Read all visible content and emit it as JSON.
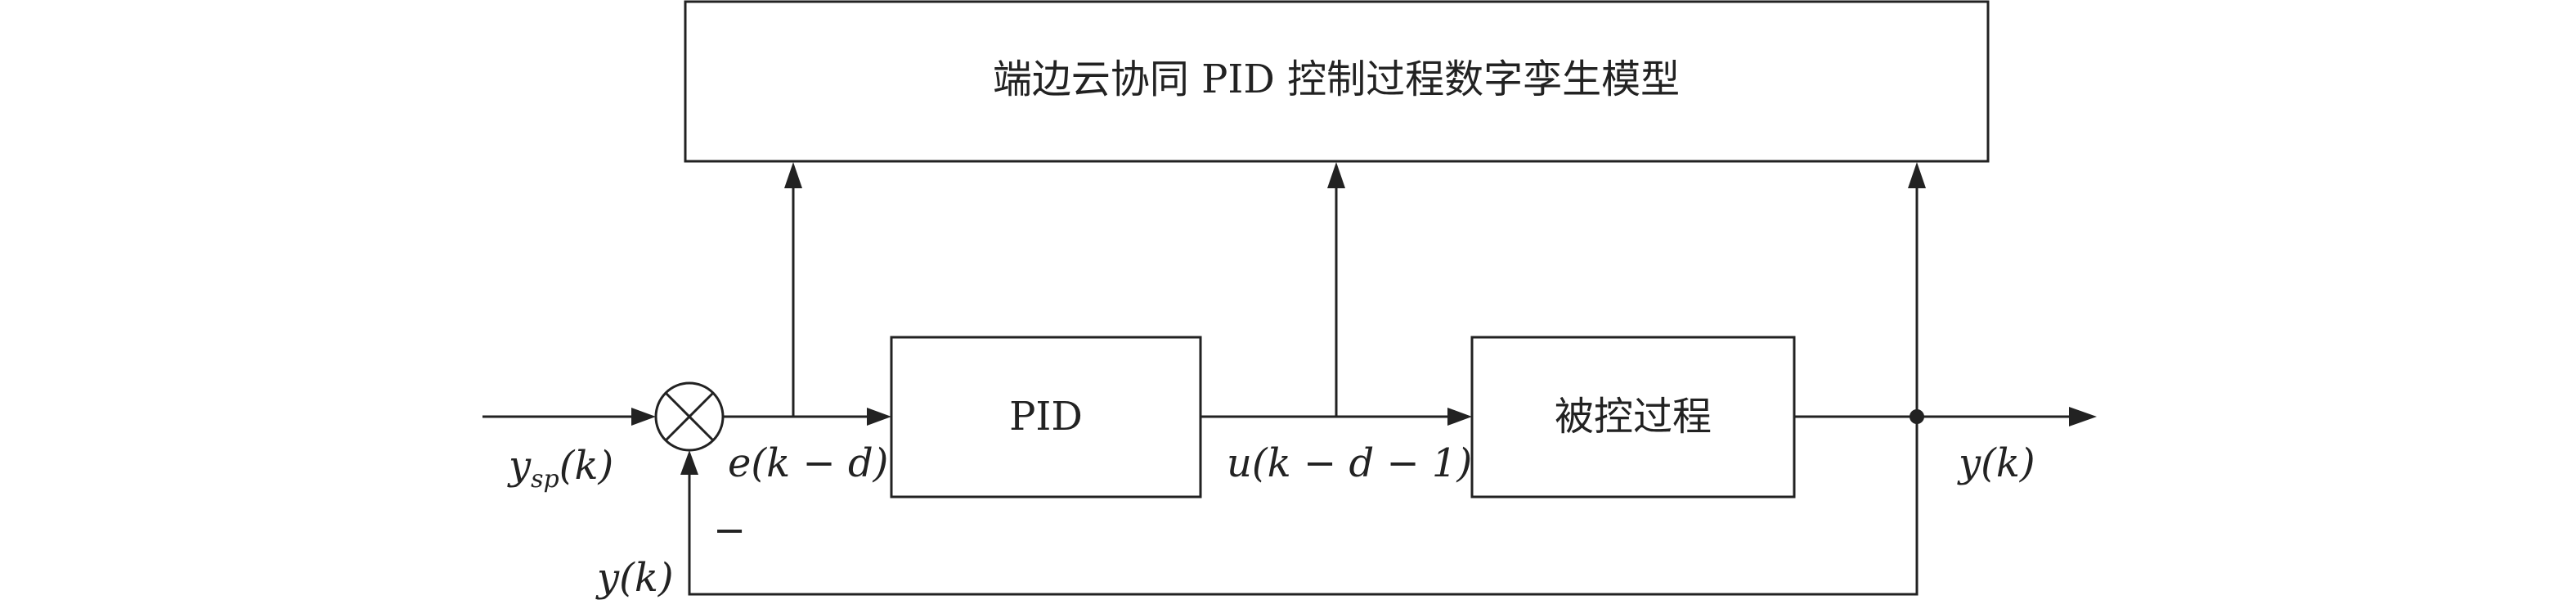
{
  "blocks": {
    "digital_twin": "端边云协同 PID 控制过程数字孪生模型",
    "pid": "PID",
    "process": "被控过程"
  },
  "signals": {
    "setpoint_main": "y",
    "setpoint_sub": "sp",
    "setpoint_arg": "(k)",
    "error": "e(k − d)",
    "control": "u(k − d − 1)",
    "output": "y(k)",
    "feedback": "y(k)",
    "minus_sign": "−"
  }
}
